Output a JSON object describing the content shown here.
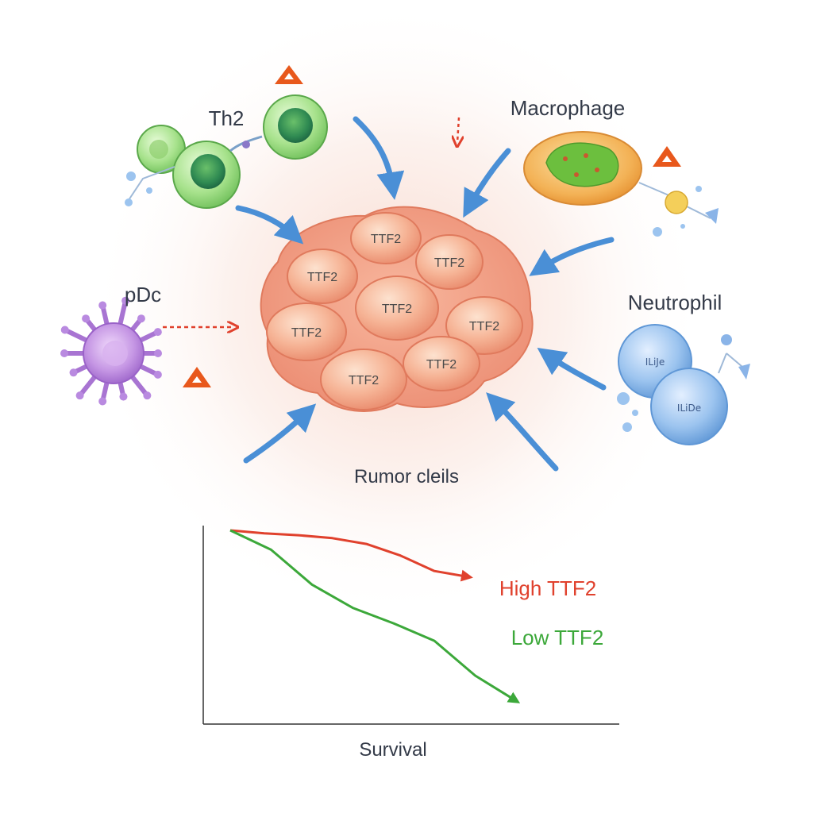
{
  "labels": {
    "th2": "Th2",
    "macrophage": "Macrophage",
    "pdc": "pDc",
    "neutrophil": "Neutrophil",
    "tumor": "Rumor cleils",
    "survival": "Survival"
  },
  "tumor_cells": [
    "TTF2",
    "TTF2",
    "TTF2",
    "TTF2",
    "TTF2",
    "TTF2",
    "TTF2",
    "TTF2"
  ],
  "neutrophil_cells": [
    "ILiJe",
    "ILiDe"
  ],
  "chart_data": {
    "type": "line",
    "xlabel": "Survival",
    "ylabel": "",
    "series": [
      {
        "name": "High TTF2",
        "color": "#e0412d",
        "values": [
          1.0,
          0.985,
          0.975,
          0.96,
          0.93,
          0.87,
          0.79,
          0.76
        ]
      },
      {
        "name": "Low TTF2",
        "color": "#3ca83a",
        "values": [
          1.0,
          0.9,
          0.72,
          0.6,
          0.52,
          0.43,
          0.25,
          0.12
        ]
      }
    ]
  },
  "colors": {
    "arrow": "#4a8fd6",
    "warning": "#e8581c",
    "tumor": "#f3a17e",
    "th2": "#8fd67a",
    "macrophage": "#f2b25a",
    "pdc": "#b07ad4",
    "neutrophil": "#7fb1e6"
  }
}
